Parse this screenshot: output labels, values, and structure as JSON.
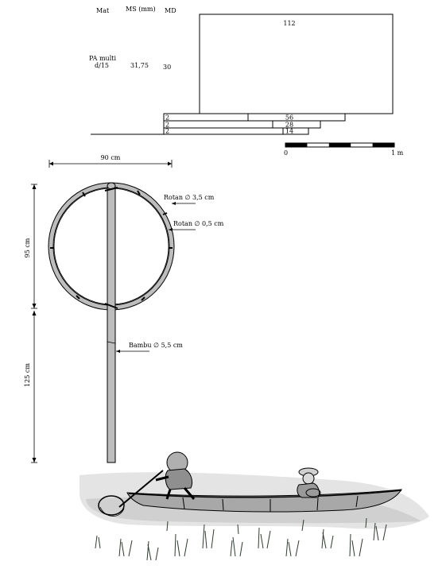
{
  "spec_table": {
    "headers": {
      "mat": "Mat",
      "ms": "MS (mm)",
      "md": "MD"
    },
    "material_line1": "PA multi",
    "material_line2": "d/15",
    "mesh_size": "31,75",
    "mesh_depth": "30",
    "main_panel_label": "112",
    "rows": [
      {
        "left": "2",
        "center": "56"
      },
      {
        "left": "2",
        "center": "28"
      },
      {
        "left": "2",
        "center": "14"
      }
    ]
  },
  "scale_bar": {
    "start_label": "0",
    "end_label": "1 m",
    "segments": 5
  },
  "net_frame": {
    "width_label": "90 cm",
    "hoop_height_label": "95 cm",
    "handle_length_label": "125 cm",
    "rotan_outer_label": "Rotan ∅ 3,5 cm",
    "rotan_inner_label": "Rotan ∅ 0,5 cm",
    "bamboo_label": "Bambu ∅ 5,5 cm"
  },
  "colors": {
    "line": "#000000",
    "frame_fill": "#bdbdbd",
    "water": "#d9d9d9",
    "grass": "#2e3b2e",
    "boat": "#a8a8a8"
  }
}
